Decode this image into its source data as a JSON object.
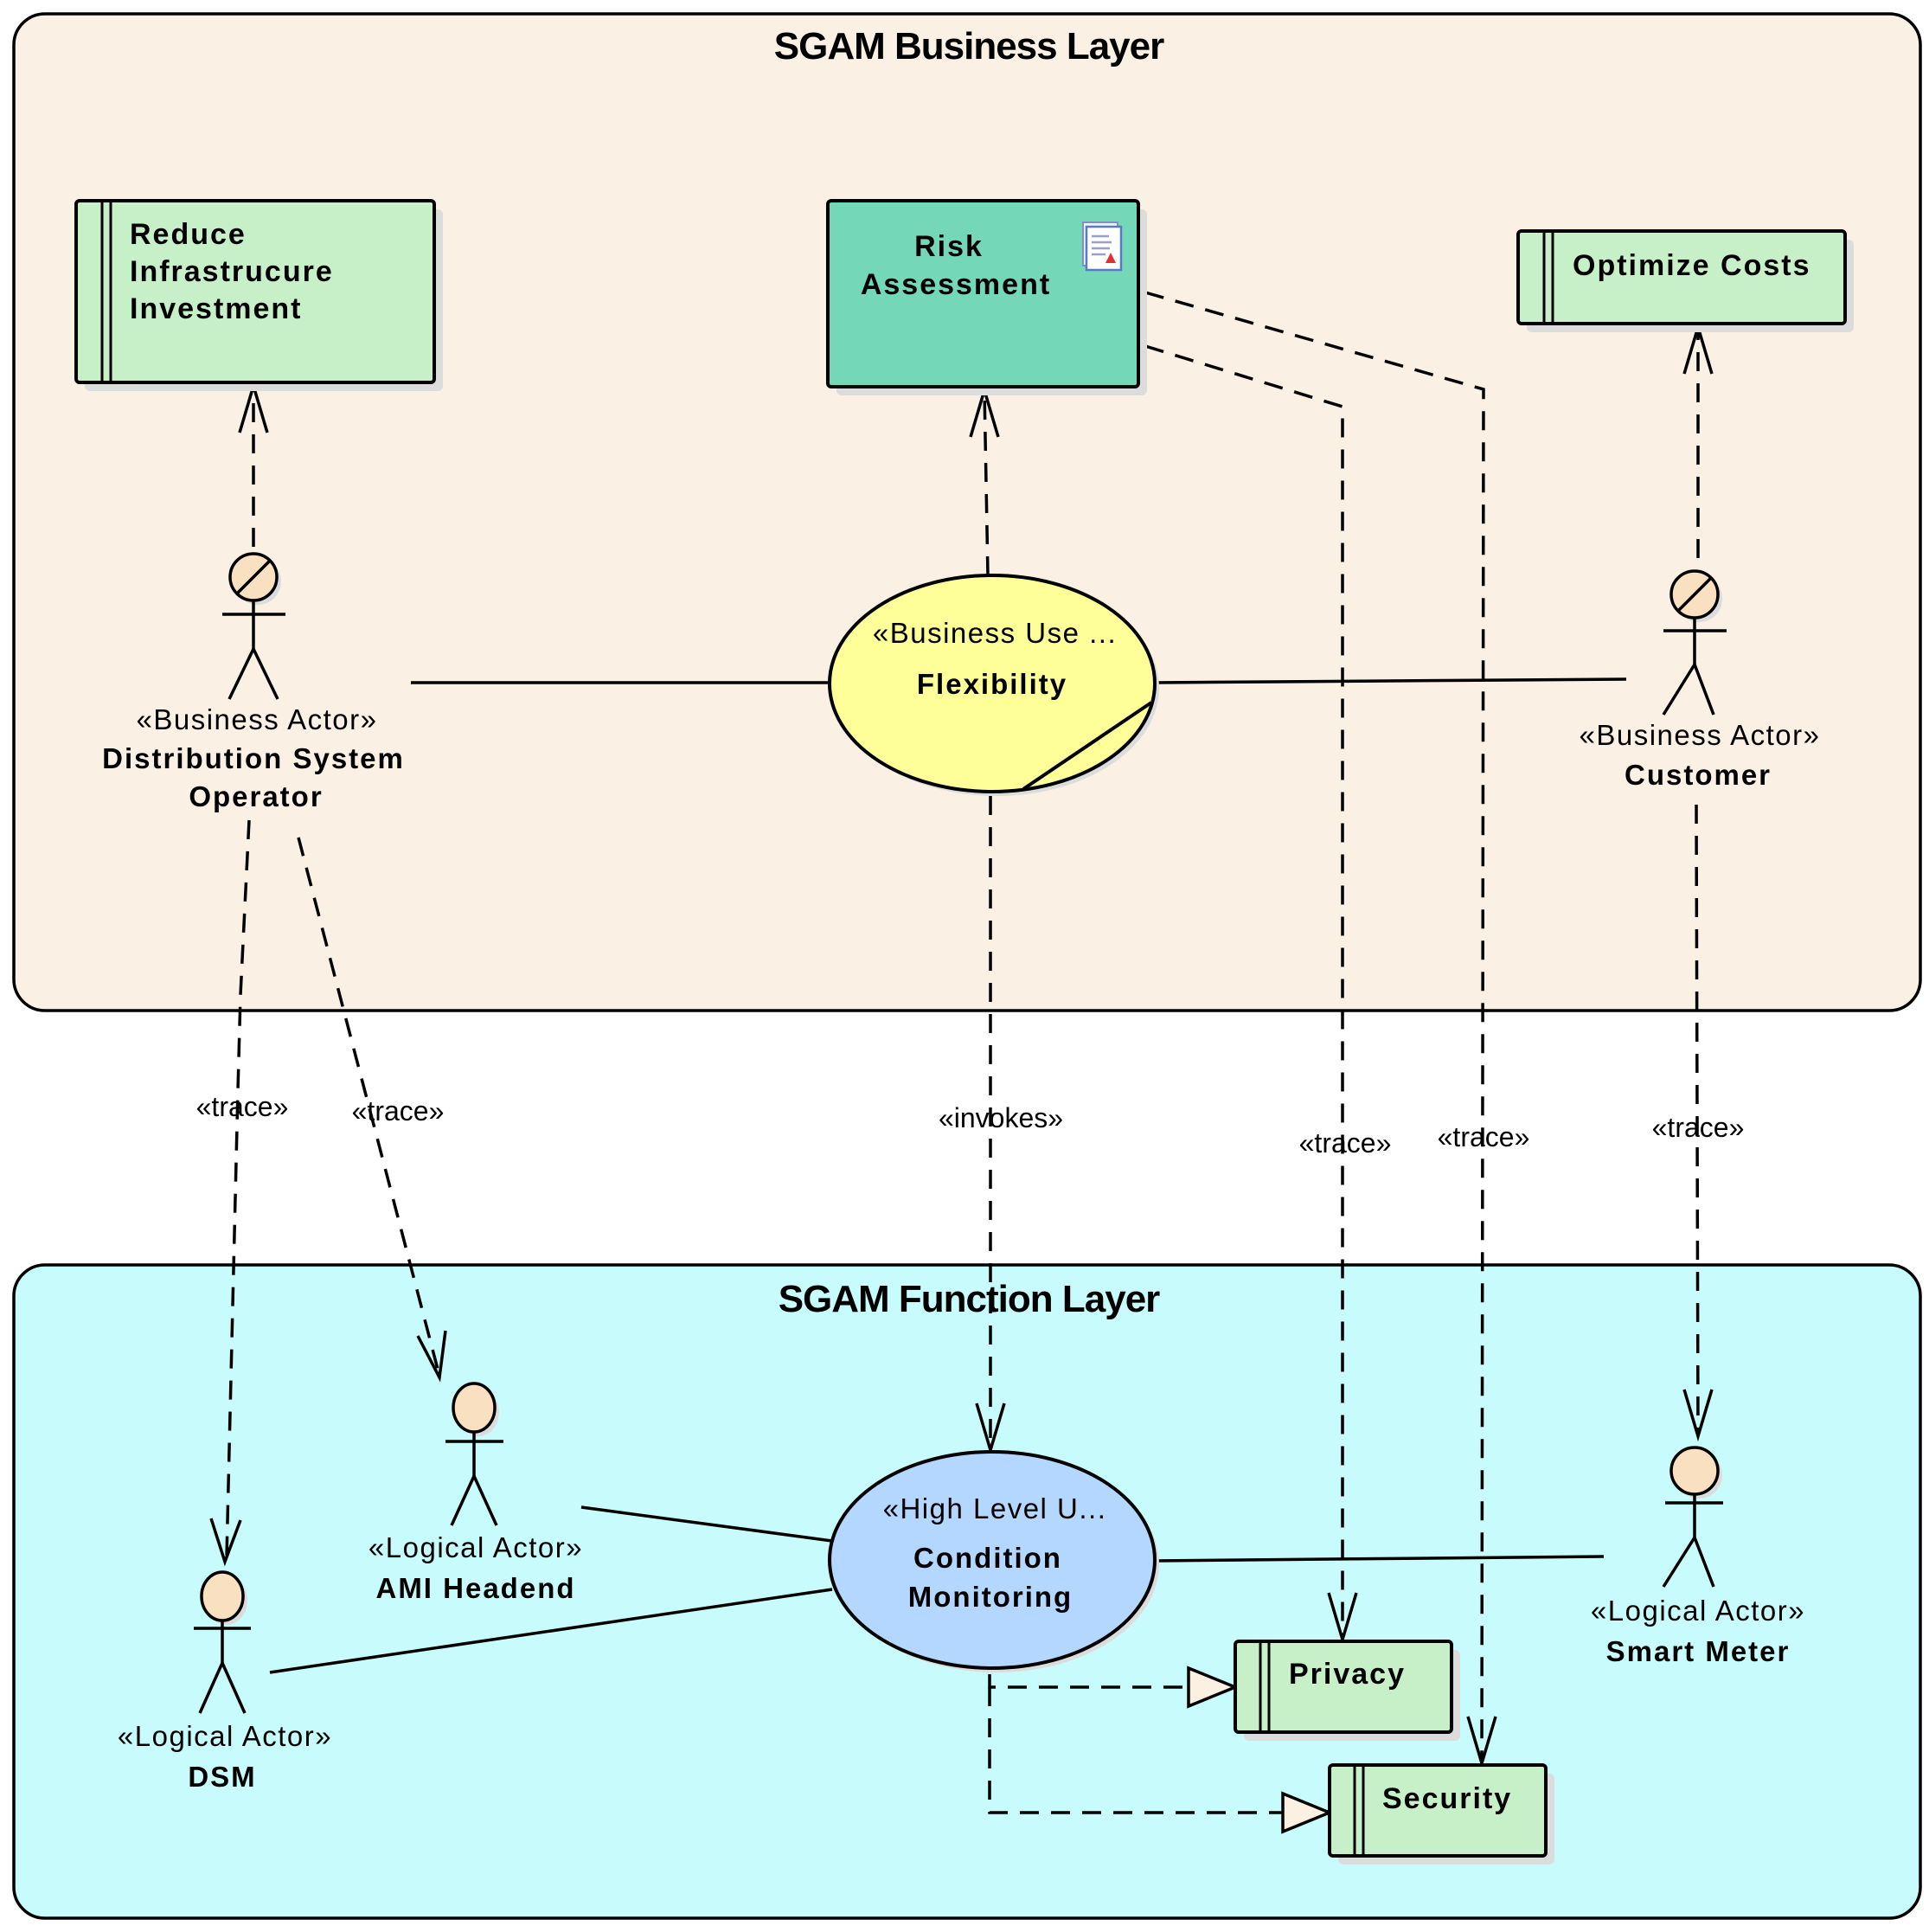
{
  "colors": {
    "business_layer_bg": "#faf0e3",
    "function_layer_bg": "#c8fcfc",
    "requirement_bg": "#c8f0c8",
    "risk_bg": "#73d7b8",
    "business_usecase_bg": "#ffff99",
    "high_level_usecase_bg": "#b3d7ff",
    "actor_head": "#f8e0c0",
    "realization_arrow_fill": "#faf0e3"
  },
  "layers": {
    "business": {
      "title": "SGAM Business Layer"
    },
    "function": {
      "title": "SGAM Function Layer"
    }
  },
  "business_elements": {
    "reduce": {
      "lines": [
        "Reduce",
        "Infrastrucure",
        "Investment"
      ]
    },
    "risk": {
      "lines": [
        "Risk",
        "Assessment"
      ],
      "icon": "document-icon"
    },
    "optimize": {
      "lines": [
        "Optimize Costs"
      ]
    },
    "flexibility": {
      "stereotype": "«Business Use ...",
      "name": "Flexibility"
    },
    "dso": {
      "stereotype": "«Business Actor»",
      "name_lines": [
        "Distribution System",
        "Operator"
      ]
    },
    "customer": {
      "stereotype": "«Business Actor»",
      "name_lines": [
        "Customer"
      ]
    }
  },
  "function_elements": {
    "condition_monitoring": {
      "stereotype": "«High Level U...",
      "name_lines": [
        "Condition",
        "Monitoring"
      ]
    },
    "ami": {
      "stereotype": "«Logical Actor»",
      "name": "AMI Headend"
    },
    "dsm": {
      "stereotype": "«Logical Actor»",
      "name": "DSM"
    },
    "smart_meter": {
      "stereotype": "«Logical Actor»",
      "name": "Smart Meter"
    },
    "privacy": {
      "label": "Privacy"
    },
    "security": {
      "label": "Security"
    }
  },
  "connector_labels": {
    "dso_to_dsm": "«trace»",
    "dso_to_ami": "«trace»",
    "flex_to_cm": "«invokes»",
    "risk_to_privacy": "«trace»",
    "risk_to_security": "«trace»",
    "customer_to_smart_meter": "«trace»"
  }
}
